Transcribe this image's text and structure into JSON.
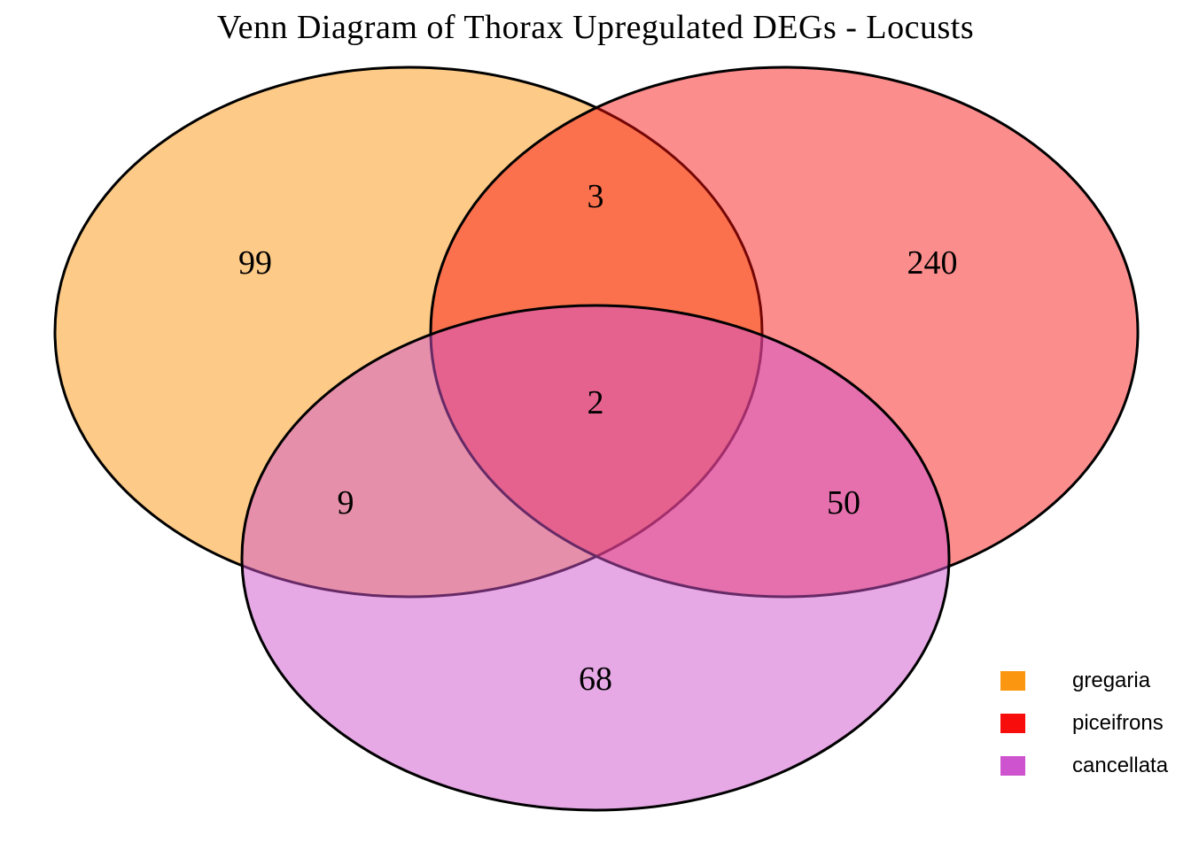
{
  "chart_data": {
    "type": "venn",
    "title": "Venn Diagram of Thorax Upregulated DEGs - Locusts",
    "background": "#FFFFFF",
    "outline_color": "#000000",
    "legend_position": "bottom-right",
    "sets": [
      {
        "name": "gregaria",
        "legend_color": "#FB9610",
        "fill": "rgba(251,150,16,0.5)"
      },
      {
        "name": "piceifrons",
        "legend_color": "#F80D0D",
        "fill": "rgba(248,13,13,0.47)"
      },
      {
        "name": "cancellata",
        "legend_color": "#CE53CE",
        "fill": "rgba(206,83,206,0.5)"
      }
    ],
    "regions": [
      {
        "sets": [
          "gregaria"
        ],
        "value": 99
      },
      {
        "sets": [
          "piceifrons"
        ],
        "value": 240
      },
      {
        "sets": [
          "cancellata"
        ],
        "value": 68
      },
      {
        "sets": [
          "gregaria",
          "piceifrons"
        ],
        "value": 3
      },
      {
        "sets": [
          "gregaria",
          "cancellata"
        ],
        "value": 9
      },
      {
        "sets": [
          "piceifrons",
          "cancellata"
        ],
        "value": 50
      },
      {
        "sets": [
          "gregaria",
          "piceifrons",
          "cancellata"
        ],
        "value": 2
      }
    ]
  }
}
